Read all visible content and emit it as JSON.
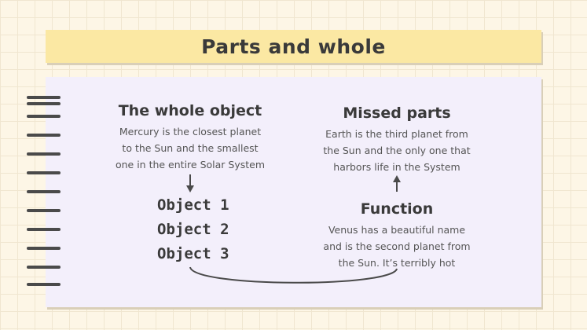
{
  "slide": {
    "title": "Parts and whole",
    "whole": {
      "heading": "The whole object",
      "lines": [
        "Mercury is the closest planet",
        "to the Sun and the smallest",
        "one in the entire Solar System"
      ]
    },
    "missed": {
      "heading": "Missed parts",
      "lines": [
        "Earth is the third planet from",
        "the Sun and the only one that",
        "harbors life in the System"
      ]
    },
    "objects": [
      "Object 1",
      "Object 2",
      "Object 3"
    ],
    "function": {
      "heading": "Function",
      "lines": [
        "Venus has a beautiful name",
        "and is the second planet from",
        "the Sun. It’s terribly hot"
      ]
    }
  },
  "colors": {
    "title_bar": "#fbe8a3",
    "card": "#f3effb",
    "background": "#fdf6e6",
    "ink": "#3a3a3a"
  }
}
